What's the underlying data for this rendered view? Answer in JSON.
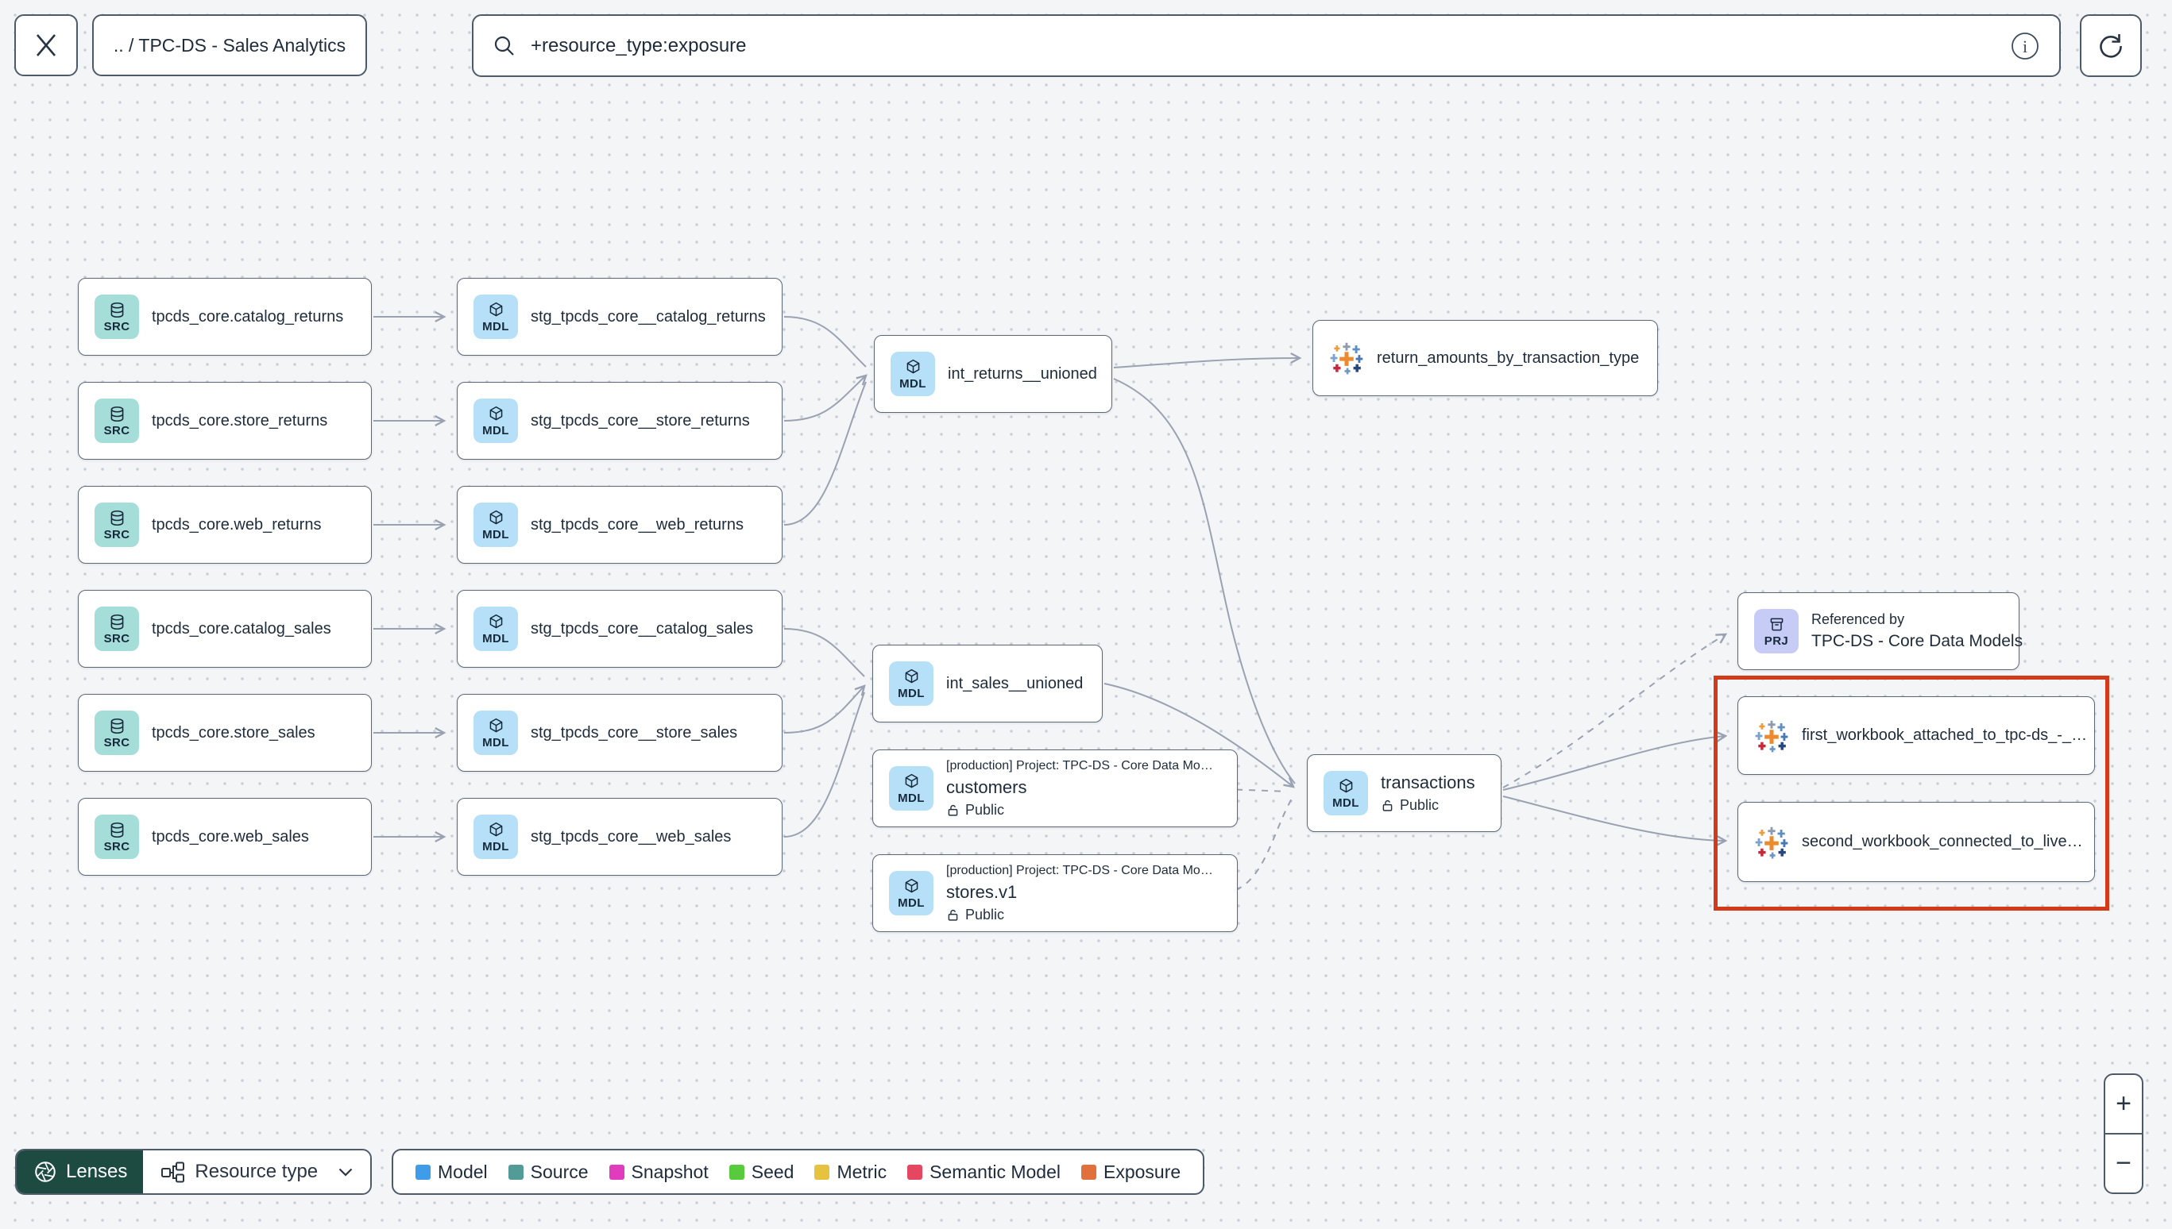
{
  "toolbar": {
    "breadcrumb": ".. / TPC-DS - Sales Analytics",
    "search_value": "+resource_type:exposure"
  },
  "graph": {
    "src1": {
      "badge": "SRC",
      "label": "tpcds_core.catalog_returns"
    },
    "src2": {
      "badge": "SRC",
      "label": "tpcds_core.store_returns"
    },
    "src3": {
      "badge": "SRC",
      "label": "tpcds_core.web_returns"
    },
    "src4": {
      "badge": "SRC",
      "label": "tpcds_core.catalog_sales"
    },
    "src5": {
      "badge": "SRC",
      "label": "tpcds_core.store_sales"
    },
    "src6": {
      "badge": "SRC",
      "label": "tpcds_core.web_sales"
    },
    "stg1": {
      "badge": "MDL",
      "label": "stg_tpcds_core__catalog_returns"
    },
    "stg2": {
      "badge": "MDL",
      "label": "stg_tpcds_core__store_returns"
    },
    "stg3": {
      "badge": "MDL",
      "label": "stg_tpcds_core__web_returns"
    },
    "stg4": {
      "badge": "MDL",
      "label": "stg_tpcds_core__catalog_sales"
    },
    "stg5": {
      "badge": "MDL",
      "label": "stg_tpcds_core__store_sales"
    },
    "stg6": {
      "badge": "MDL",
      "label": "stg_tpcds_core__web_sales"
    },
    "int_returns": {
      "badge": "MDL",
      "label": "int_returns__unioned"
    },
    "int_sales": {
      "badge": "MDL",
      "label": "int_sales__unioned"
    },
    "exposure_returns": {
      "label": "return_amounts_by_transaction_type"
    },
    "customers": {
      "badge": "MDL",
      "project": "[production] Project: TPC-DS - Core Data Mo…",
      "label": "customers",
      "access": "Public"
    },
    "stores": {
      "badge": "MDL",
      "project": "[production] Project: TPC-DS - Core Data Mo…",
      "label": "stores.v1",
      "access": "Public"
    },
    "transactions": {
      "badge": "MDL",
      "label": "transactions",
      "access": "Public"
    },
    "referenced_by": {
      "badge": "PRJ",
      "title": "Referenced by",
      "label": "TPC-DS - Core Data Models"
    },
    "workbook1": {
      "label": "first_workbook_attached_to_tpc-ds_-_…"
    },
    "workbook2": {
      "label": "second_workbook_connected_to_live…"
    }
  },
  "footer": {
    "lenses_label": "Lenses",
    "resource_type_label": "Resource type",
    "legend": [
      {
        "label": "Model",
        "color": "#3f9ce8"
      },
      {
        "label": "Source",
        "color": "#539b97"
      },
      {
        "label": "Snapshot",
        "color": "#e13cbe"
      },
      {
        "label": "Seed",
        "color": "#57cb3b"
      },
      {
        "label": "Metric",
        "color": "#e6c33e"
      },
      {
        "label": "Semantic Model",
        "color": "#e4475f"
      },
      {
        "label": "Exposure",
        "color": "#e2703c"
      }
    ]
  },
  "zoom_controls": {
    "zoom_in": "+",
    "zoom_out": "−"
  },
  "highlight_color": "#d23a1a"
}
